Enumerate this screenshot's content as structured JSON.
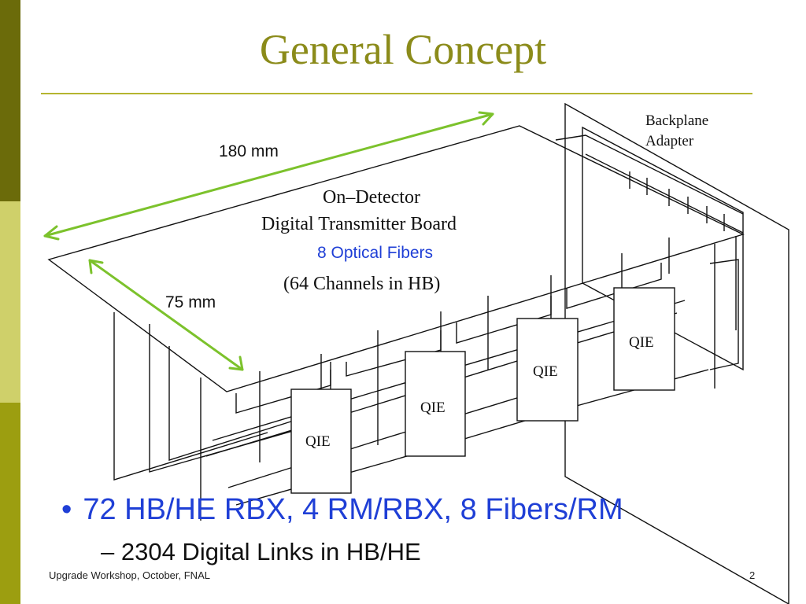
{
  "slide": {
    "title": "General Concept",
    "footer": "Upgrade Workshop, October, FNAL",
    "page_number": "2"
  },
  "sidebar_colors": [
    "#6b6b0a",
    "#cfd06a",
    "#9c9e10"
  ],
  "accent_color": "#8b8b1a",
  "diagram": {
    "backplane_line1": "Backplane",
    "backplane_line2": "Adapter",
    "board_line1": "On–Detector",
    "board_line2": "Digital Transmitter Board",
    "fibers": "8 Optical Fibers",
    "channels": "(64 Channels in HB)",
    "length_label": "180 mm",
    "width_label": "75 mm",
    "chip_label": "QIE"
  },
  "bullets": {
    "main": "72 HB/HE RBX, 4 RM/RBX, 8 Fibers/RM",
    "sub": "– 2304 Digital Links in HB/HE"
  }
}
